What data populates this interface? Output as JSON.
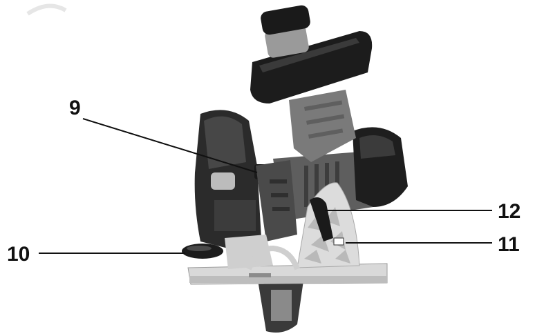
{
  "figure": {
    "subject": "circular-saw-side-view",
    "callouts": [
      {
        "id": "9",
        "label": "9"
      },
      {
        "id": "10",
        "label": "10"
      },
      {
        "id": "11",
        "label": "11"
      },
      {
        "id": "12",
        "label": "12"
      }
    ]
  },
  "colors": {
    "background": "#ffffff",
    "ink": "#111111",
    "dark_body": "#2a2a2a",
    "mid_gray": "#6e6e6e",
    "light_gray": "#cfcfcf",
    "base_plate": "#d9d9d9"
  }
}
